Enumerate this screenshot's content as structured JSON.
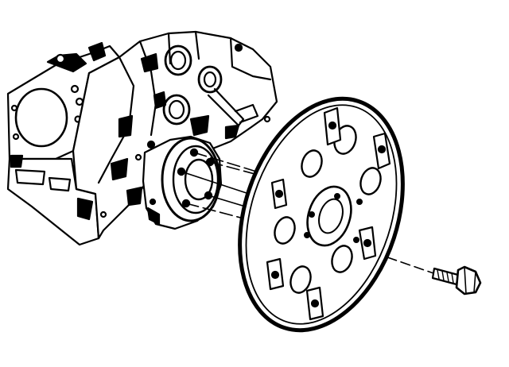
{
  "diagram": {
    "parts": [
      {
        "id": "engine-block"
      },
      {
        "id": "crankshaft-flange"
      },
      {
        "id": "flexplate"
      },
      {
        "id": "flexplate-bolt"
      }
    ]
  },
  "colors": {
    "ink": "#000000",
    "paper": "#ffffff"
  }
}
